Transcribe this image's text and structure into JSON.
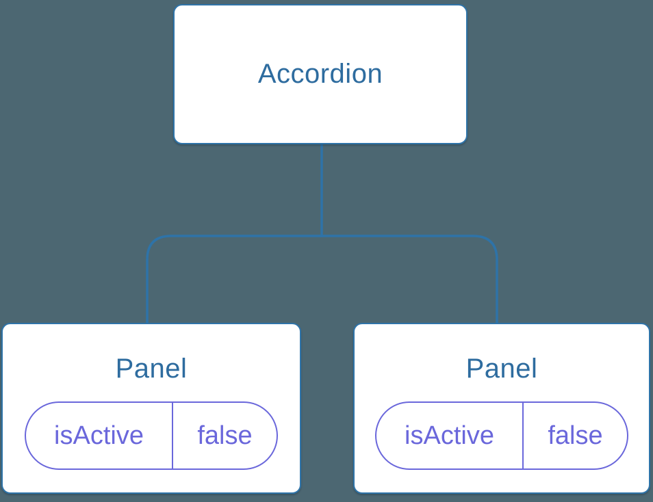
{
  "colors": {
    "background": "#4C6772",
    "node_fill": "#FFFFFF",
    "node_border": "#2F74A9",
    "node_text": "#2E6C9F",
    "connector_line": "#2E73A8",
    "state_accent": "#6A67DB"
  },
  "tree": {
    "root": {
      "label": "Accordion"
    },
    "children": [
      {
        "label": "Panel",
        "state": {
          "name": "isActive",
          "value": "false"
        }
      },
      {
        "label": "Panel",
        "state": {
          "name": "isActive",
          "value": "false"
        }
      }
    ]
  }
}
